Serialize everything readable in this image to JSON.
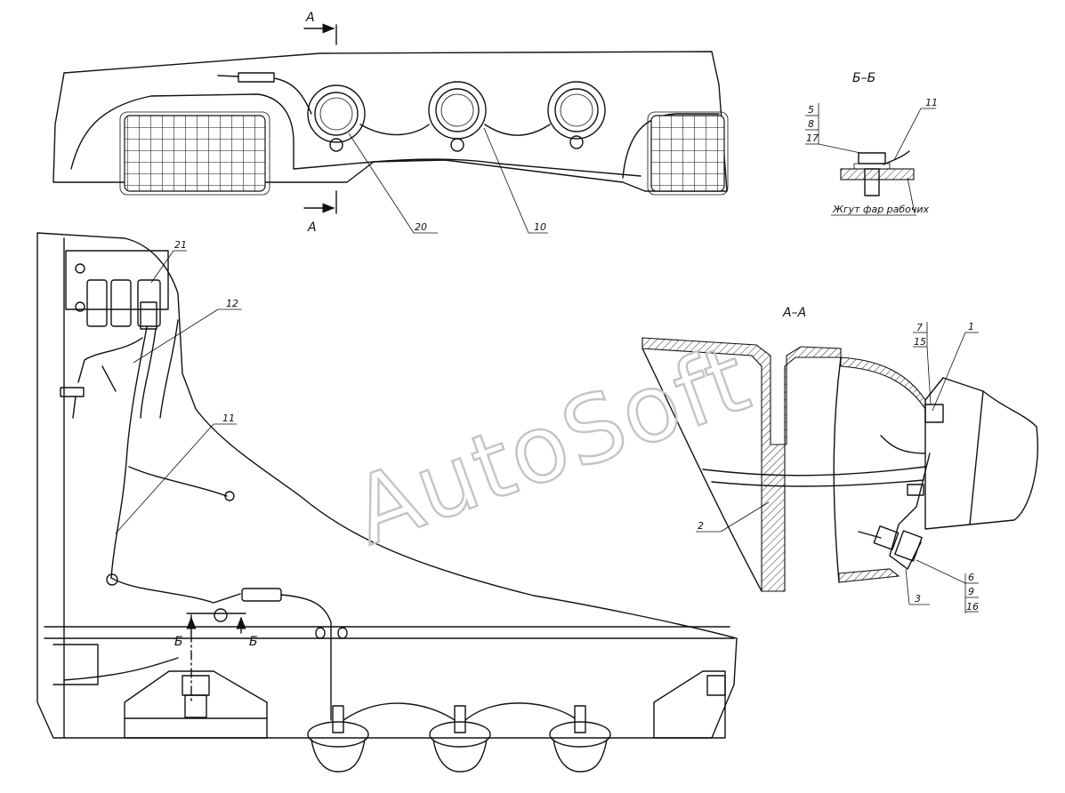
{
  "watermark": "AutoSoft",
  "sections": {
    "top_a_upper": "A",
    "top_a_lower": "A",
    "view_bb_title": "Б–Б",
    "view_aa_title": "А–А",
    "cut_b_left": "Б",
    "cut_b_right": "Б"
  },
  "callouts": {
    "c20": "20",
    "c10": "10",
    "c21": "21",
    "c12": "12",
    "c11_main": "11",
    "c11_bb": "11",
    "c5": "5",
    "c8": "8",
    "c17": "17",
    "c1": "1",
    "c7": "7",
    "c15": "15",
    "c2": "2",
    "c3": "3",
    "c6": "6",
    "c9": "9",
    "c16": "16"
  },
  "notes": {
    "harness": "Жгут фар рабочих"
  }
}
